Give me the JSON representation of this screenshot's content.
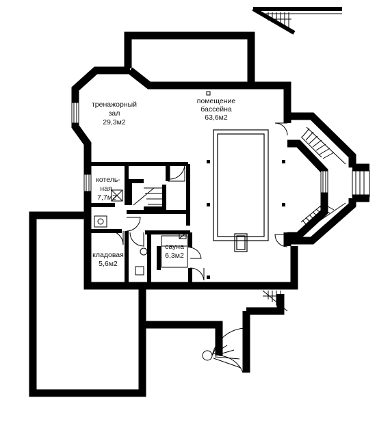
{
  "rooms": {
    "gym": {
      "name_line1": "тренажорный",
      "name_line2": "зал",
      "area": "29,3м2"
    },
    "pool": {
      "name_line1": "помещение",
      "name_line2": "бассейна",
      "area": "63,6м2"
    },
    "boiler": {
      "name_line1": "котель-",
      "name_line2": "ная",
      "area": "7,7м2"
    },
    "storage": {
      "name": "кладовая",
      "area": "5,6м2"
    },
    "sauna": {
      "name": "сауна",
      "area": "6,3м2"
    }
  },
  "colors": {
    "wall": "#000000",
    "background": "#ffffff",
    "line": "#000000"
  }
}
